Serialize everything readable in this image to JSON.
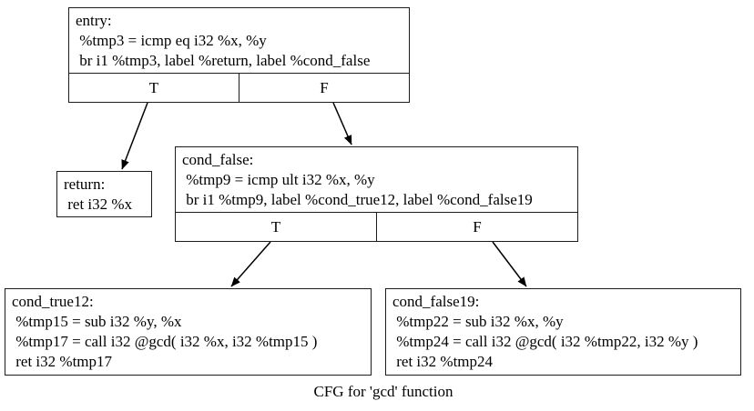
{
  "diagram_title": "CFG for 'gcd' function",
  "colors": {
    "background": "#ffffff",
    "node_border": "#1c1c1c",
    "edge": "#000000",
    "text": "#000000"
  },
  "nodes": {
    "entry": {
      "lines": [
        "entry:",
        " %tmp3 = icmp eq i32 %x, %y",
        " br i1 %tmp3, label %return, label %cond_false"
      ],
      "ports": {
        "true": "T",
        "false": "F"
      }
    },
    "return": {
      "lines": [
        "return:",
        " ret i32 %x"
      ]
    },
    "cond_false": {
      "lines": [
        "cond_false:",
        " %tmp9 = icmp ult i32 %x, %y",
        " br i1 %tmp9, label %cond_true12, label %cond_false19"
      ],
      "ports": {
        "true": "T",
        "false": "F"
      }
    },
    "cond_true12": {
      "lines": [
        "cond_true12:",
        " %tmp15 = sub i32 %y, %x",
        " %tmp17 = call i32 @gcd( i32 %x, i32 %tmp15 )",
        " ret i32 %tmp17"
      ]
    },
    "cond_false19": {
      "lines": [
        "cond_false19:",
        " %tmp22 = sub i32 %x, %y",
        " %tmp24 = call i32 @gcd( i32 %tmp22, i32 %y )",
        " ret i32 %tmp24"
      ]
    }
  },
  "edges": [
    {
      "from": "entry:T",
      "to": "return"
    },
    {
      "from": "entry:F",
      "to": "cond_false"
    },
    {
      "from": "cond_false:T",
      "to": "cond_true12"
    },
    {
      "from": "cond_false:F",
      "to": "cond_false19"
    }
  ]
}
